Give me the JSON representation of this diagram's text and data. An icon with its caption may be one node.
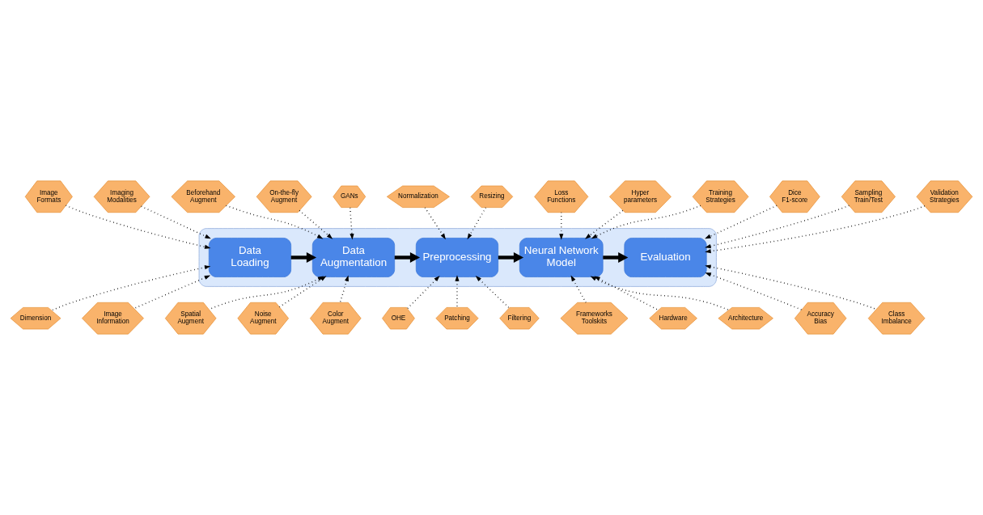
{
  "diagram": {
    "nodes": [
      {
        "text": [],
        "shape": "band"
      },
      {
        "text": [
          "Data Loading"
        ],
        "in": 0
      },
      {
        "text": [
          "Data Augmentation"
        ],
        "in": 0
      },
      {
        "text": [
          "Preprocessing"
        ],
        "in": 0
      },
      {
        "text": [
          "Neural Network Model"
        ],
        "in": 0
      },
      {
        "text": [
          "Evaluation"
        ],
        "in": 0
      },
      {
        "text": [
          "Image Formats"
        ]
      },
      {
        "text": [
          "Imaging Modalities"
        ]
      },
      {
        "text": [
          "Dimension"
        ]
      },
      {
        "text": [
          "Image Information"
        ]
      },
      {
        "text": [
          "Beforehand Augment"
        ]
      },
      {
        "text": [
          "On-the-fly Augment"
        ]
      },
      {
        "text": [
          "GANs"
        ]
      },
      {
        "text": [
          "Spatial Augment"
        ]
      },
      {
        "text": [
          "Noise Augment"
        ]
      },
      {
        "text": [
          "Color Augment"
        ]
      },
      {
        "text": [
          "Normalization"
        ]
      },
      {
        "text": [
          "Resizing"
        ]
      },
      {
        "text": [
          "OHE"
        ]
      },
      {
        "text": [
          "Patching"
        ]
      },
      {
        "text": [
          "Filtering"
        ]
      },
      {
        "text": [
          "Loss Functions"
        ]
      },
      {
        "text": [
          "Hyper parameters"
        ]
      },
      {
        "text": [
          "Training Strategies"
        ]
      },
      {
        "text": [
          "Frameworks Toolskits"
        ]
      },
      {
        "text": [
          "Hardware"
        ]
      },
      {
        "text": [
          "Architecture"
        ]
      },
      {
        "text": [
          "Dice F1-score"
        ]
      },
      {
        "text": [
          "Sampling Train/Test"
        ]
      },
      {
        "text": [
          "Validation Strategies"
        ]
      },
      {
        "text": [
          "Accuracy Bias"
        ]
      },
      {
        "text": [
          "Class Imbalance"
        ]
      }
    ],
    "edges": [
      {
        "from": 1,
        "to": 2,
        "arrow": "to",
        "style": "thick"
      },
      {
        "from": 2,
        "to": 3,
        "arrow": "to",
        "style": "thick"
      },
      {
        "from": 3,
        "to": 4,
        "arrow": "to",
        "style": "thick"
      },
      {
        "from": 4,
        "to": 5,
        "arrow": "to",
        "style": "thick"
      },
      {
        "from": 6,
        "to": 1,
        "arrow": "to",
        "style": "dashed"
      },
      {
        "from": 7,
        "to": 1,
        "arrow": "to",
        "style": "dashed"
      },
      {
        "from": 8,
        "to": 1,
        "arrow": "to",
        "style": "dashed"
      },
      {
        "from": 9,
        "to": 1,
        "arrow": "to",
        "style": "dashed"
      },
      {
        "from": 10,
        "to": 2,
        "arrow": "to",
        "style": "dashed"
      },
      {
        "from": 11,
        "to": 2,
        "arrow": "to",
        "style": "dashed"
      },
      {
        "from": 12,
        "to": 2,
        "arrow": "to",
        "style": "dashed"
      },
      {
        "from": 13,
        "to": 2,
        "arrow": "to",
        "style": "dashed"
      },
      {
        "from": 14,
        "to": 2,
        "arrow": "to",
        "style": "dashed"
      },
      {
        "from": 15,
        "to": 2,
        "arrow": "to",
        "style": "dashed"
      },
      {
        "from": 16,
        "to": 3,
        "arrow": "to",
        "style": "dashed"
      },
      {
        "from": 17,
        "to": 3,
        "arrow": "to",
        "style": "dashed"
      },
      {
        "from": 18,
        "to": 3,
        "arrow": "to",
        "style": "dashed"
      },
      {
        "from": 19,
        "to": 3,
        "arrow": "to",
        "style": "dashed"
      },
      {
        "from": 20,
        "to": 3,
        "arrow": "to",
        "style": "dashed"
      },
      {
        "from": 21,
        "to": 4,
        "arrow": "to",
        "style": "dashed"
      },
      {
        "from": 22,
        "to": 4,
        "arrow": "to",
        "style": "dashed"
      },
      {
        "from": 23,
        "to": 4,
        "arrow": "to",
        "style": "dashed"
      },
      {
        "from": 24,
        "to": 4,
        "arrow": "to",
        "style": "dashed"
      },
      {
        "from": 25,
        "to": 4,
        "arrow": "to",
        "style": "dashed"
      },
      {
        "from": 26,
        "to": 4,
        "arrow": "to",
        "style": "dashed"
      },
      {
        "from": 27,
        "to": 5,
        "arrow": "to",
        "style": "dashed"
      },
      {
        "from": 28,
        "to": 5,
        "arrow": "to",
        "style": "dashed"
      },
      {
        "from": 29,
        "to": 5,
        "arrow": "to",
        "style": "dashed"
      },
      {
        "from": 30,
        "to": 5,
        "arrow": "to",
        "style": "dashed"
      },
      {
        "from": 31,
        "to": 5,
        "arrow": "to",
        "style": "dashed"
      }
    ]
  }
}
